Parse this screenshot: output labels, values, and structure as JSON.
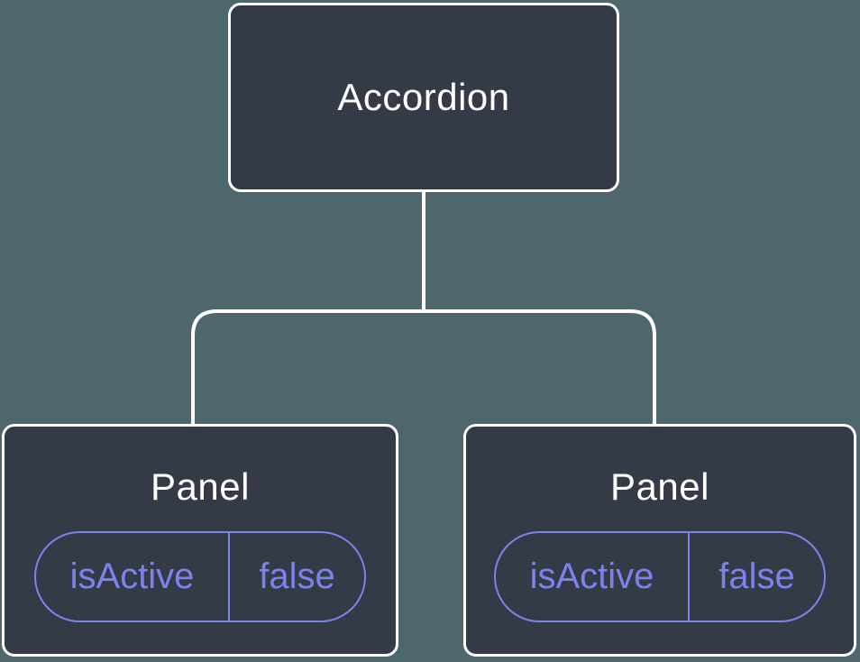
{
  "diagram": {
    "root_node": {
      "label": "Accordion"
    },
    "child_nodes": [
      {
        "label": "Panel",
        "prop": {
          "name": "isActive",
          "value": "false"
        }
      },
      {
        "label": "Panel",
        "prop": {
          "name": "isActive",
          "value": "false"
        }
      }
    ]
  },
  "colors": {
    "background": "#4d676d",
    "node_fill": "#343a46",
    "node_border": "#ffffff",
    "connector": "#ffffff",
    "accent_purple": "#7c83ee",
    "title_text": "#ffffff"
  }
}
